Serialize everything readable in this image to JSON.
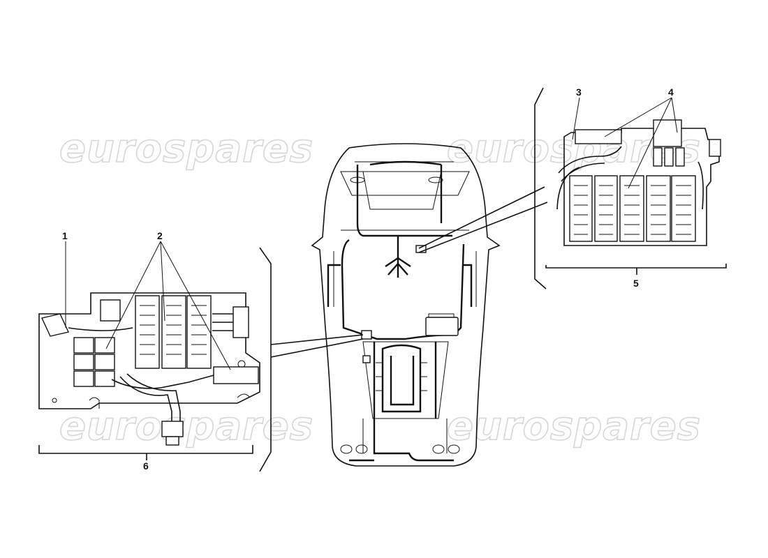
{
  "watermark": {
    "text": "eurospares"
  },
  "callouts": {
    "c1": "1",
    "c2": "2",
    "c3": "3",
    "c4": "4",
    "c5": "5",
    "c6": "6"
  },
  "icons": {
    "vehicle": "car-top-view-icon",
    "left_box": "fuse-relay-box-icon",
    "right_box": "fuse-relay-box-icon"
  }
}
